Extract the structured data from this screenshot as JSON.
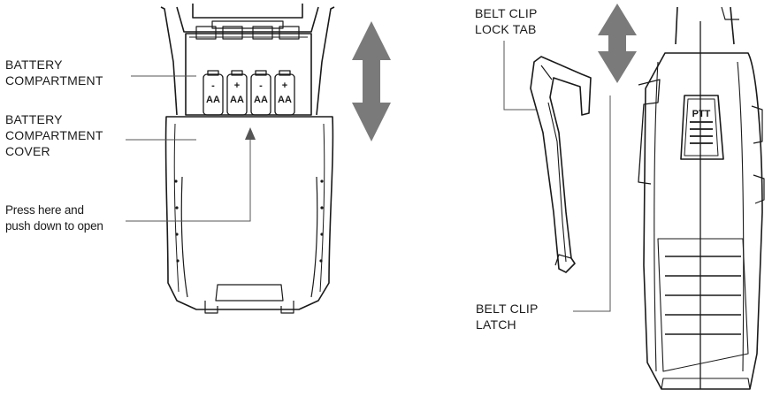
{
  "labels": {
    "battery_compartment": [
      "BATTERY",
      "COMPARTMENT"
    ],
    "battery_compartment_cover": [
      "BATTERY",
      "COMPARTMENT",
      "COVER"
    ],
    "press_instruction": [
      "Press here and",
      "push down to open"
    ],
    "belt_clip_lock_tab": [
      "BELT CLIP",
      "LOCK TAB"
    ],
    "belt_clip_latch": [
      "BELT CLIP",
      "LATCH"
    ]
  },
  "radio": {
    "ptt_label": "PTT"
  },
  "batteries": [
    {
      "label": "AA",
      "polarity": "-"
    },
    {
      "label": "AA",
      "polarity": "+"
    },
    {
      "label": "AA",
      "polarity": "-"
    },
    {
      "label": "AA",
      "polarity": "+"
    }
  ],
  "colors": {
    "line": "#1a1a1a",
    "arrow": "#7a7a7a",
    "leader": "#555555"
  }
}
